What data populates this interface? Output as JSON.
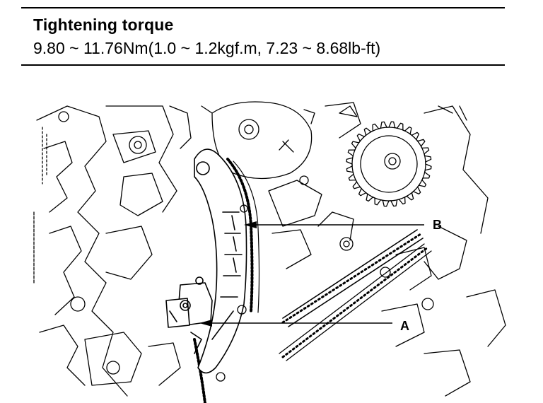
{
  "spec": {
    "title": "Tightening torque",
    "value": "9.80 ~ 11.76Nm(1.0 ~ 1.2kgf.m, 7.23 ~ 8.68lb-ft)"
  },
  "callouts": {
    "a": "A",
    "b": "B"
  }
}
